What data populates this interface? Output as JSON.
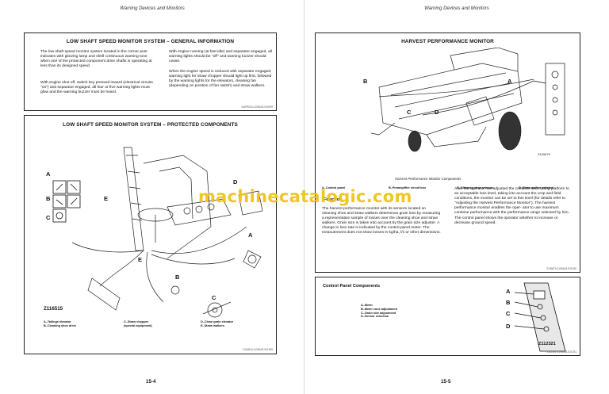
{
  "left_page": {
    "running_head": "Warning Devices and Monitors",
    "page_number": "15-4",
    "general_info": {
      "title": "LOW SHAFT SPEED MONITOR SYSTEM – GENERAL INFORMATION",
      "col1_p1": "The low shaft speed monitor system located in the corner post indicates with glowing lamp and shrill continuous warning tone when one of the protected component drive shafts is operating at less than its designed speed.",
      "col1_p2": "With engine shut off, switch key pressed inward (electrical circuits \"on\") and separator engaged, all four or five warning lights must glow and the warning buzzer must be heard.",
      "col2_p1": "With engine running (at fast idle) and separator engaged, all warning lights should be \"off\" and warning buzzer should cease.",
      "col2_p2": "When the engine speed is reduced with separator engaged, warning light for straw chopper should light up first, followed by the warning lights for the elevators, cleaning fan (depending on position of fan switch) and straw walkers.",
      "ref": "NAPR034-1196A25-920499"
    },
    "protected": {
      "title": "LOW SHAFT SPEED MONITOR SYSTEM – PROTECTED COMPONENTS",
      "figure_id": "Z116515",
      "ref": "Z116515-1196A25-921389",
      "labels": [
        "A",
        "B",
        "C",
        "D",
        "E"
      ],
      "captions_col1": [
        "A–Tailings elevator",
        "B–Cleaning shoe drive"
      ],
      "captions_col2": [
        "C–Straw chopper",
        "(special equipment)"
      ],
      "captions_col3": [
        "D–Clean grain elevator",
        "E–Straw walkers"
      ]
    }
  },
  "right_page": {
    "running_head": "Warning Devices and Monitors",
    "page_number": "15-5",
    "harvest": {
      "title": "HARVEST PERFORMANCE MONITOR",
      "figure_id": "Z109679",
      "labels": [
        "A",
        "B",
        "C",
        "D"
      ],
      "figure_caption": "Harvest Performance Monitor Components",
      "legend": [
        "A–Control panel",
        "B–Preamplifier circuit box",
        "C–Cleaning shoe sensors",
        "D–Straw walker sensors"
      ],
      "heading": "Function",
      "col1": "The harvest performance monitor with its sensors located on cleaning shoe and straw walkers determines grain loss by measuring a representative sample of losses over the cleaning shoe and straw walkers. Grain size is taken into account by the grain size adjuster. A change in loss rate is indicated by the control panel meter. The measurement does not show losses in kg/ha, l/s or other dimensions.",
      "col2": "After the operator has adjusted the combine and cutting platform to an acceptable loss level, taking into account the crop and field conditions, the monitor can be set to this level (for details refer to \"Adjusting the Harvest Performance Monitor\"). The harvest performance monitor enables the oper- ator to use maximum combine performance with the performance range selected by him. The control panel shows the operator whether to increase or decrease ground speed.",
      "ref": "Z109679-1196A25-921390"
    },
    "control_panel": {
      "title": "Control Panel Components",
      "legend": [
        "A–Meter",
        "B–Meter zone adjustment",
        "C–Grain size adjustment",
        "D–Sensor selection"
      ],
      "labels": [
        "A",
        "B",
        "C",
        "D"
      ],
      "figure_id": "Z112321",
      "ref": "Z112321-1196A25-921391"
    }
  },
  "watermark": "machinecatalogic.com"
}
